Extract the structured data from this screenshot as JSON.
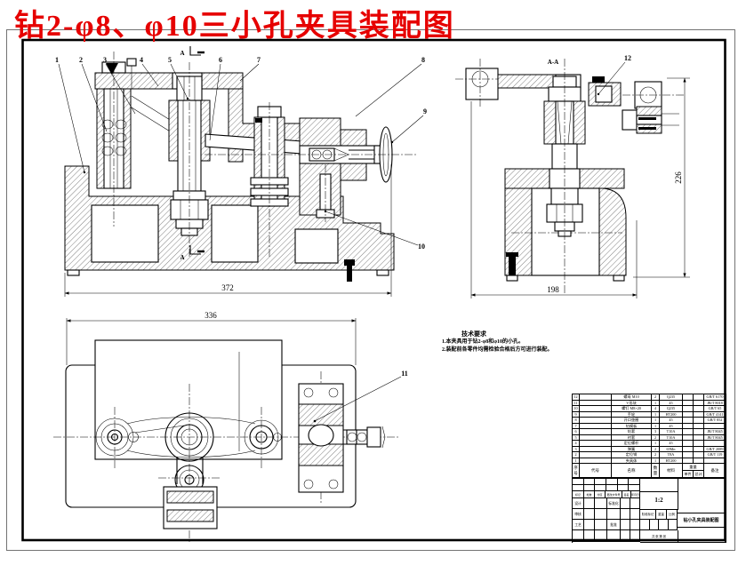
{
  "page": {
    "title": "钻2-φ8、φ10三小孔夹具装配图"
  },
  "views": {
    "front": {
      "dim_width": "372",
      "section_mark": "A",
      "callouts": [
        "1",
        "2",
        "3",
        "4",
        "5",
        "6",
        "7",
        "8",
        "9",
        "10"
      ]
    },
    "side": {
      "label": "A-A",
      "dim_width": "198",
      "dim_height": "226",
      "callout": "12"
    },
    "plan": {
      "dim_width": "336",
      "callout": "11"
    }
  },
  "notes": {
    "heading": "技术要求",
    "line1": "1.本夹具用于钻2-φ8和φ10的小孔。",
    "line2": "2.装配前各零件均需检验合格后方可进行装配。"
  },
  "parts_list": {
    "headers": {
      "no": "序号",
      "code": "代号",
      "name": "名称",
      "qty": "数量",
      "material": "材料",
      "weight": "重量",
      "weight_each": "单件",
      "weight_total": "总计",
      "remark": "备注"
    },
    "rows": [
      {
        "no": "12",
        "code": "",
        "name": "螺母 M10",
        "qty": "2",
        "material": "Q235",
        "w1": "",
        "w2": "",
        "remark": "GB/T 6170"
      },
      {
        "no": "11",
        "code": "",
        "name": "V形块",
        "qty": "1",
        "material": "45",
        "w1": "",
        "w2": "",
        "remark": "JB/T 8018"
      },
      {
        "no": "10",
        "code": "",
        "name": "螺钉 M8×20",
        "qty": "4",
        "material": "Q235",
        "w1": "",
        "w2": "",
        "remark": "GB/T 65"
      },
      {
        "no": "9",
        "code": "",
        "name": "手轮",
        "qty": "1",
        "material": "HT200",
        "w1": "",
        "w2": "",
        "remark": "GB/T 4141"
      },
      {
        "no": "8",
        "code": "",
        "name": "开口垫圈",
        "qty": "1",
        "material": "45",
        "w1": "",
        "w2": "",
        "remark": "GB/T 852"
      },
      {
        "no": "7",
        "code": "",
        "name": "钻模板",
        "qty": "1",
        "material": "45",
        "w1": "",
        "w2": "",
        "remark": ""
      },
      {
        "no": "6",
        "code": "",
        "name": "钻套",
        "qty": "3",
        "material": "T10A",
        "w1": "",
        "w2": "",
        "remark": "JB/T 8045"
      },
      {
        "no": "5",
        "code": "",
        "name": "衬套",
        "qty": "2",
        "material": "T10A",
        "w1": "",
        "w2": "",
        "remark": "JB/T 8045"
      },
      {
        "no": "4",
        "code": "",
        "name": "定位螺杆",
        "qty": "1",
        "material": "45",
        "w1": "",
        "w2": "",
        "remark": ""
      },
      {
        "no": "3",
        "code": "",
        "name": "弹簧",
        "qty": "2",
        "material": "65Mn",
        "w1": "",
        "w2": "",
        "remark": "GB/T 2089"
      },
      {
        "no": "2",
        "code": "",
        "name": "定位销",
        "qty": "2",
        "material": "T8A",
        "w1": "",
        "w2": "",
        "remark": "GB/T 119"
      },
      {
        "no": "1",
        "code": "",
        "name": "夹具体",
        "qty": "1",
        "material": "HT200",
        "w1": "",
        "w2": "",
        "remark": ""
      }
    ]
  },
  "title_block": {
    "scale_value": "1:2",
    "drawing_name": "钻小孔夹具装配图",
    "mark": "标记",
    "count": "处数",
    "zone": "分区",
    "doc": "更改文件号",
    "sign": "签名",
    "date": "年月日",
    "design": "设计",
    "review": "审核",
    "process": "工艺",
    "standard": "标准化",
    "approve": "批准",
    "stage": "阶段标记",
    "weight": "重量",
    "ratio": "比例",
    "sheets": "共 张  第 张"
  }
}
